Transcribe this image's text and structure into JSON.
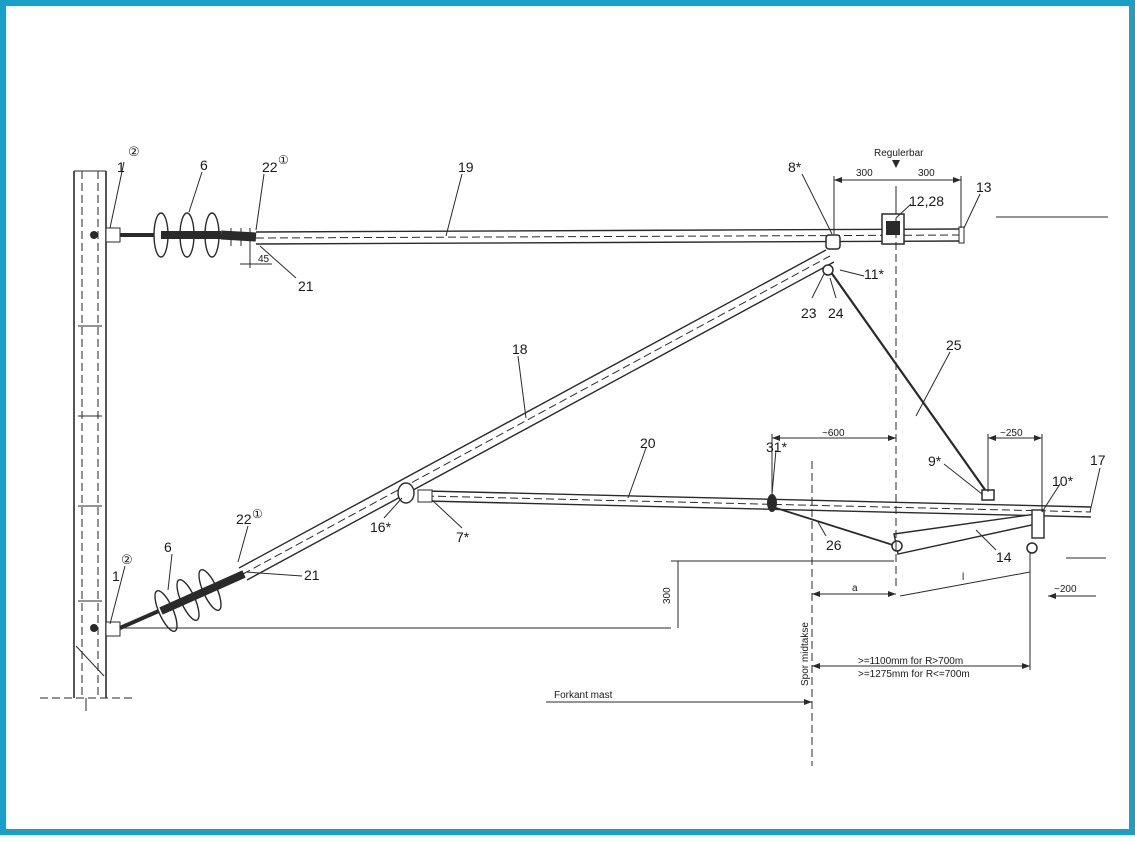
{
  "frame_color": "#1aa0c8",
  "part_numbers": {
    "p1_top": "1",
    "p2_top": "②",
    "p6_top": "6",
    "p22_top": "22",
    "p22_top_sup": "①",
    "p19": "19",
    "p21_top": "21",
    "p8": "8*",
    "p12_28": "12,28",
    "p13": "13",
    "p11": "11*",
    "p23": "23",
    "p24": "24",
    "p18": "18",
    "p25": "25",
    "p20": "20",
    "p31": "31*",
    "p9": "9*",
    "p10": "10*",
    "p17": "17",
    "p16": "16*",
    "p7": "7*",
    "p26": "26",
    "p14": "14",
    "p22_bot": "22",
    "p22_bot_sup": "①",
    "p6_bot": "6",
    "p2_bot": "②",
    "p1_bot": "1",
    "p21_bot": "21"
  },
  "dimensions": {
    "regulerbar": "Regulerbar",
    "d300_left": "300",
    "d300_right": "300",
    "d45": "45",
    "d600": "~600",
    "d250": "~250",
    "d300_vert": "300",
    "a": "a",
    "l": "l",
    "d200": "~200",
    "clearance_1": ">=1100mm  for  R>700m",
    "clearance_2": ">=1275mm  for  R<=700m"
  },
  "labels": {
    "spor_midtakse": "Spor midtakse",
    "forkant_mast": "Forkant mast"
  }
}
